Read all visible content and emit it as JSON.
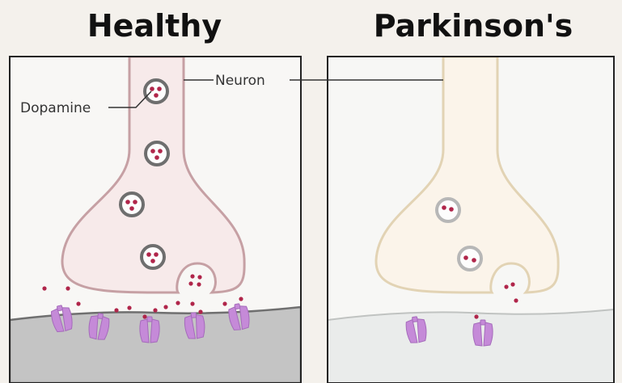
{
  "panels": {
    "healthy": {
      "title": "Healthy"
    },
    "parkinsons": {
      "title": "Parkinson's"
    }
  },
  "labels": {
    "dopamine": "Dopamine",
    "neuron": "Neuron"
  },
  "colors": {
    "page_background": "#f4f1ec",
    "healthy_neuron_fill": "#f7eaea",
    "healthy_neuron_stroke": "#c6a0a4",
    "parkinsons_neuron_fill": "#fbf4ea",
    "parkinsons_neuron_stroke": "#e2d3b4",
    "healthy_receiving_cell": "#c4c4c4",
    "parkinsons_receiving_cell": "#eaeceb",
    "dopamine_dot": "#b0254a",
    "vesicle_ring_healthy": "#6e6e6e",
    "vesicle_ring_parkinsons": "#b7b7b7",
    "receptor": "#c58ad8"
  }
}
